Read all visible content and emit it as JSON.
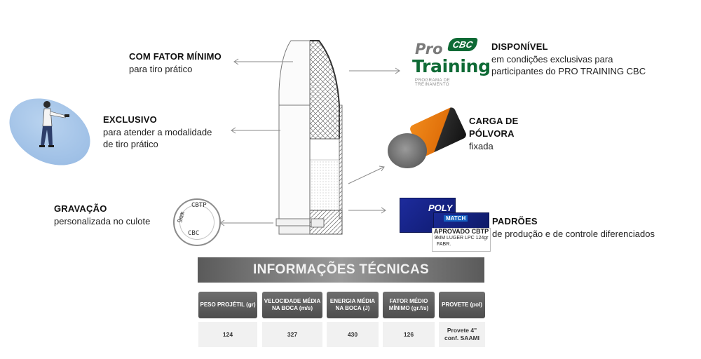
{
  "features": {
    "com_fator": {
      "title": "COM FATOR MÍNIMO",
      "text": "para tiro prático"
    },
    "exclusivo": {
      "title": "EXCLUSIVO",
      "text1": "para atender a modalidade",
      "text2": "de tiro prático"
    },
    "gravacao": {
      "title": "GRAVAÇÃO",
      "text": "personalizada no culote"
    },
    "disponivel": {
      "title": "DISPONÍVEL",
      "text1": "em condições exclusivas para",
      "text2": "participantes do PRO TRAINING CBC"
    },
    "carga": {
      "title1": "CARGA DE",
      "title2": "PÓLVORA",
      "text": "fixada"
    },
    "padroes": {
      "title": "PADRÕES",
      "text": "de produção e de controle diferenciados"
    }
  },
  "headstamp": {
    "left": "9mm",
    "top": "CBTP",
    "bottom": "CBC"
  },
  "logo": {
    "pro": "Pro",
    "training": "Training",
    "badge": "CBC",
    "sub": "PROGRAMA DE TREINAMENTO"
  },
  "box": {
    "brand1": "POLY",
    "brand2": "MATCH",
    "approved": "APROVADO CBTP",
    "caliber": "9MM LUGER LPC 124gr",
    "fabr": "FABR."
  },
  "tech": {
    "banner": "INFORMAÇÕES TÉCNICAS",
    "headers": [
      "PESO PROJÉTIL (gr)",
      "VELOCIDADE MÉDIA NA BOCA (m/s)",
      "ENERGIA MÉDIA NA BOCA (J)",
      "FATOR MÉDIO MÍNIMO (gr.f/s)",
      "PROVETE (pol)"
    ],
    "values": [
      "124",
      "327",
      "430",
      "126",
      "Provete 4\" conf. SAAMI"
    ]
  },
  "colors": {
    "logo_green": "#0e6a35",
    "banner_gray": "#7a7a7a",
    "ellipse_blue": "#a6c4e8"
  }
}
